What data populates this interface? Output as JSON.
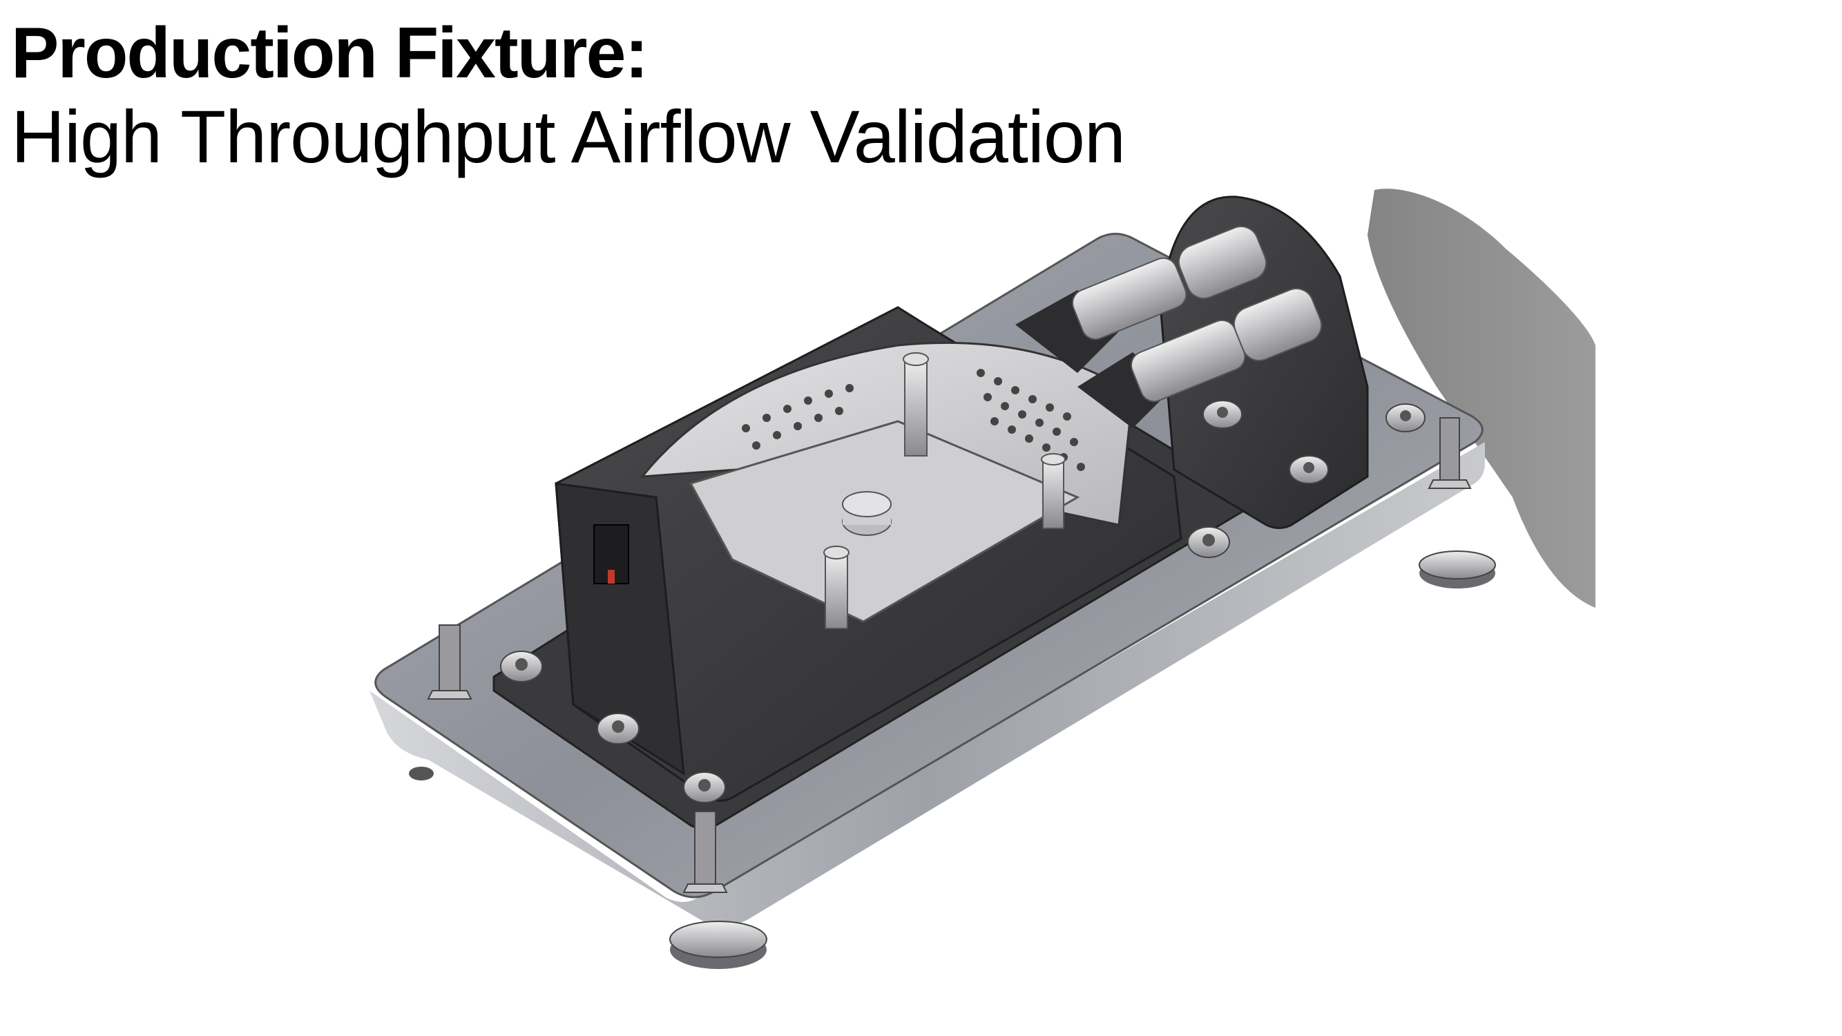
{
  "slide": {
    "title": "Production Fixture:",
    "subtitle": "High Throughput Airflow Validation"
  },
  "render": {
    "subject": "cad-fixture-render",
    "colors": {
      "plate": "#8d9098",
      "housing": "#3b3b3d",
      "metal": "#c9c9cc",
      "shadow": "#7a7a7a"
    }
  }
}
